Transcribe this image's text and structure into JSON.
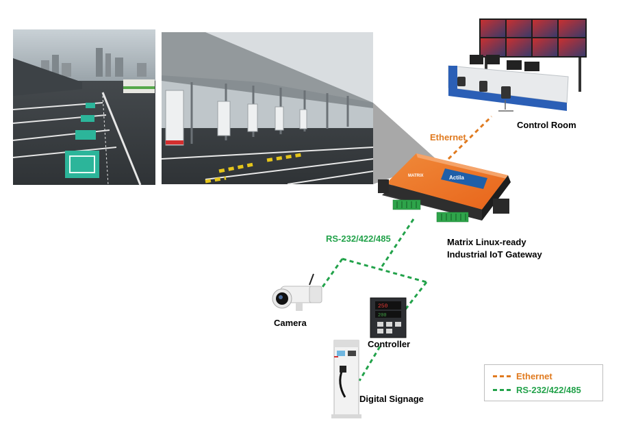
{
  "colors": {
    "ethernet": "#e07a1f",
    "rs": "#22a24a"
  },
  "labels": {
    "ethernet": "Ethernet",
    "control_room": "Control Room",
    "gateway_line1": "Matrix Linux-ready",
    "gateway_line2": "Industrial IoT Gateway",
    "rs": "RS-232/422/485",
    "camera": "Camera",
    "controller": "Controller",
    "digital_signage": "Digital Signage"
  },
  "device": {
    "brand": "MATRIX",
    "model": "Actila"
  },
  "legend": {
    "ethernet": "Ethernet",
    "rs": "RS-232/422/485"
  }
}
